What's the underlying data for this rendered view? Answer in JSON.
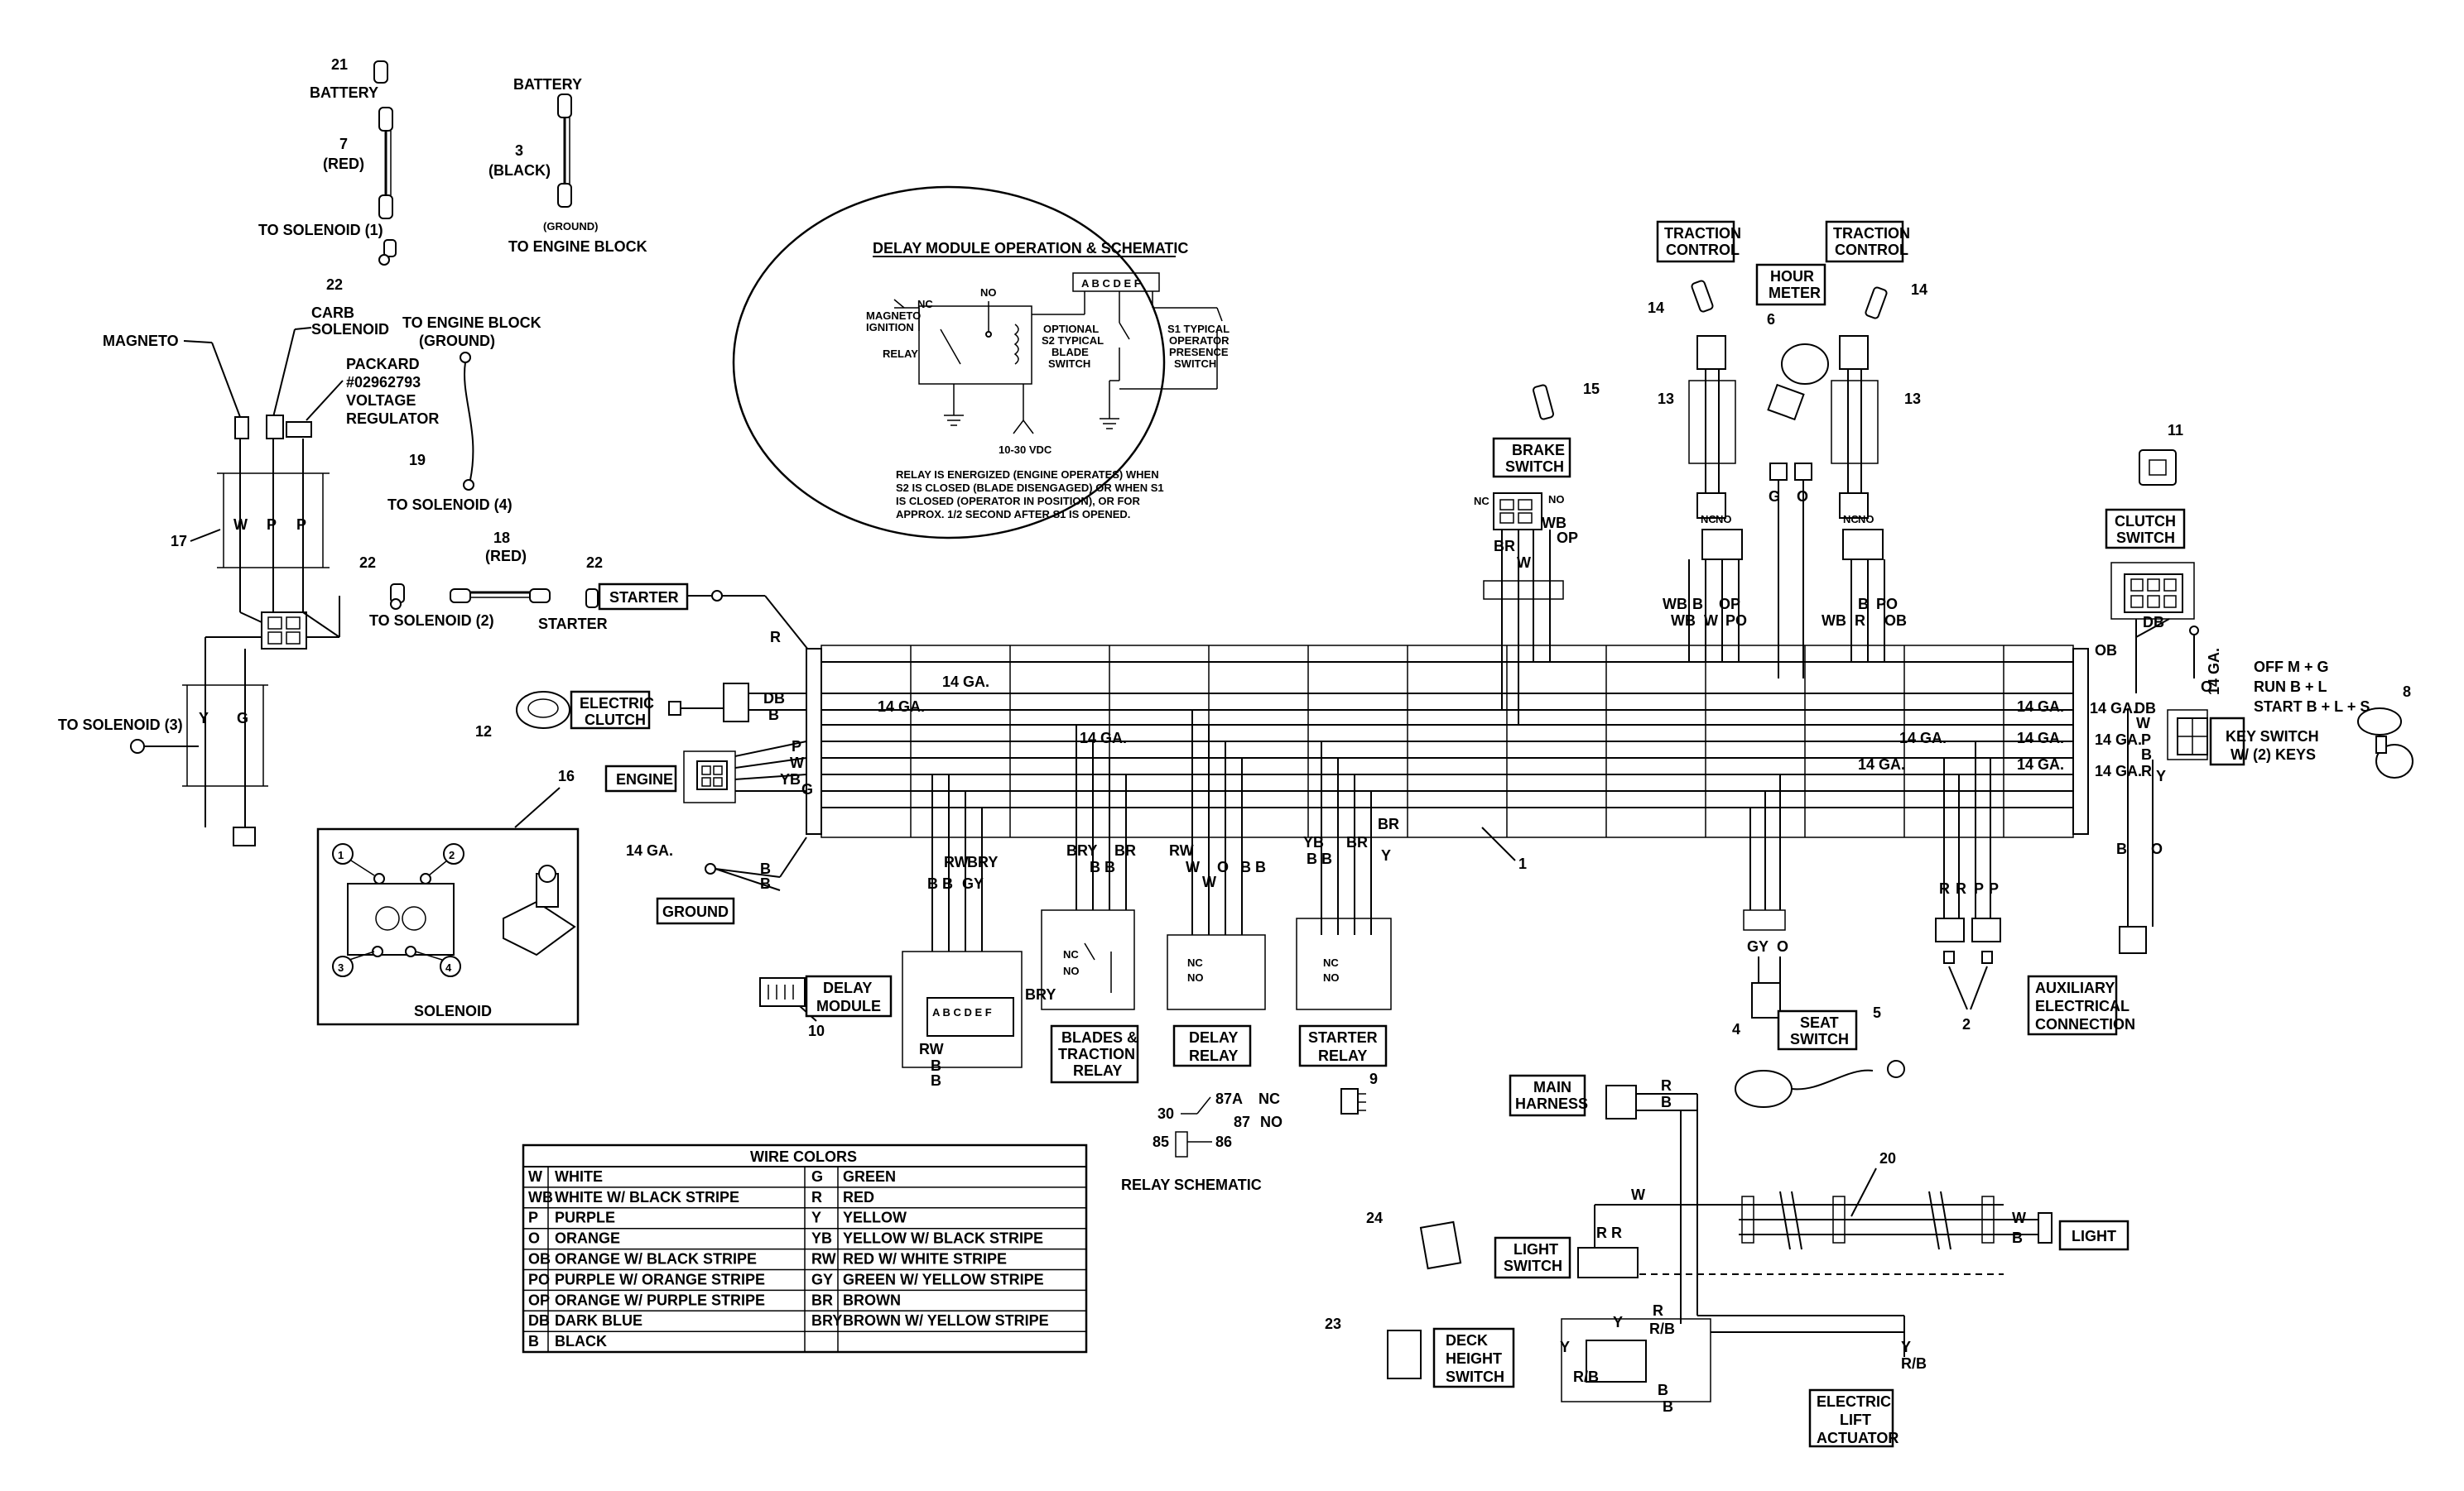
{
  "battery": {
    "item_21": "21",
    "label_21": "BATTERY",
    "item_7": "7",
    "color_7": "(RED)",
    "to_solenoid_1": "TO SOLENOID (1)",
    "item_22": "22",
    "label_b": "BATTERY",
    "item_3": "3",
    "color_3": "(BLACK)",
    "ground_note": "(GROUND)",
    "to_engine_block": "TO ENGINE BLOCK"
  },
  "top_left": {
    "magneto": "MAGNETO",
    "carb1": "CARB",
    "carb2": "SOLENOID",
    "packard1": "PACKARD",
    "packard2": "#02962793",
    "packard3": "VOLTAGE",
    "packard4": "REGULATOR",
    "engine_block1": "TO ENGINE BLOCK",
    "engine_block2": "(GROUND)",
    "item_19": "19",
    "to_solenoid_4": "TO SOLENOID (4)",
    "item_17": "17",
    "w": "W",
    "p1": "P",
    "p2": "P",
    "to_solenoid_3": "TO SOLENOID (3)",
    "y": "Y",
    "g": "G"
  },
  "starter_area": {
    "item_22a": "22",
    "to_solenoid_2": "TO SOLENOID (2)",
    "item_18": "18",
    "color_18": "(RED)",
    "item_22b": "22",
    "starter_label": "STARTER",
    "starter_box": "STARTER"
  },
  "delay_panel": {
    "title": "DELAY MODULE OPERATION & SCHEMATIC",
    "nc": "NC",
    "no": "NO",
    "magneto": "MAGNETO",
    "ignition": "IGNITION",
    "relay": "RELAY",
    "pins": "A B C D E F",
    "opt1": "OPTIONAL",
    "opt2": "S2 TYPICAL",
    "opt3": "BLADE",
    "opt4": "SWITCH",
    "s1a": "S1 TYPICAL",
    "s1b": "OPERATOR",
    "s1c": "PRESENCE",
    "s1d": "SWITCH",
    "vdc": "10-30 VDC",
    "note1": "RELAY IS ENERGIZED (ENGINE OPERATES) WHEN",
    "note2": "S2 IS CLOSED (BLADE DISENGAGED) OR WHEN S1",
    "note3": "IS CLOSED (OPERATOR IN POSITION), OR FOR",
    "note4": "APPROX. 1/2 SECOND AFTER S1 IS OPENED."
  },
  "harness": {
    "r": "R",
    "db": "DB",
    "b": "B",
    "p": "P",
    "w": "W",
    "yb": "YB",
    "g": "G",
    "ga1": "14 GA.",
    "ga2": "14 GA.",
    "ga3": "14 GA.",
    "ga4": "14 GA.",
    "ga5": "14 GA.",
    "ga6": "14 GA.",
    "ga7": "14 GA.",
    "ga8": "14 GA.",
    "ga9": "14 GA.",
    "ga10": "14 GA.",
    "item_1": "1"
  },
  "left_mid": {
    "item_12": "12",
    "electric1": "ELECTRIC",
    "electric2": "CLUTCH",
    "engine": "ENGINE",
    "ground_ga": "14 GA.",
    "ground": "GROUND",
    "gb1": "B",
    "gb2": "B"
  },
  "solenoid": {
    "item_16": "16",
    "title": "SOLENOID",
    "t1": "1",
    "t2": "2",
    "t3": "3",
    "t4": "4"
  },
  "relays": {
    "rw": "RW",
    "bry": "BRY",
    "bb": "B B",
    "gy": "GY",
    "delay1": "DELAY",
    "delay2": "MODULE",
    "item_10": "10",
    "pins": "A B C D E F",
    "bry2": "BRY",
    "rw2": "RW",
    "b1": "B",
    "b2": "B",
    "bry3": "BRY",
    "br1": "BR",
    "bb2": "B B",
    "rw3": "RW",
    "w1": "W",
    "o1": "O",
    "bb3": "B B",
    "w2": "W",
    "yb": "YB",
    "bb4": "B B",
    "br2": "BR",
    "y": "Y",
    "br3": "BR",
    "blades1": "BLADES &",
    "blades2": "TRACTION",
    "blades3": "RELAY",
    "delayr1": "DELAY",
    "delayr2": "RELAY",
    "starterr1": "STARTER",
    "starterr2": "RELAY",
    "nc": "NC",
    "no": "NO",
    "item_9": "9"
  },
  "relay_schematic": {
    "n30": "30",
    "n87a": "87A",
    "nc": "NC",
    "n87": "87",
    "no": "NO",
    "n85": "85",
    "n86": "86",
    "title": "RELAY SCHEMATIC"
  },
  "wire_colors": {
    "title": "WIRE COLORS",
    "rows": [
      {
        "c1": "W",
        "d1": "WHITE",
        "c2": "G",
        "d2": "GREEN"
      },
      {
        "c1": "WB",
        "d1": "WHITE W/ BLACK STRIPE",
        "c2": "R",
        "d2": "RED"
      },
      {
        "c1": "P",
        "d1": "PURPLE",
        "c2": "Y",
        "d2": "YELLOW"
      },
      {
        "c1": "O",
        "d1": "ORANGE",
        "c2": "YB",
        "d2": "YELLOW W/ BLACK STRIPE"
      },
      {
        "c1": "OB",
        "d1": "ORANGE W/ BLACK STRIPE",
        "c2": "RW",
        "d2": "RED W/ WHITE STRIPE"
      },
      {
        "c1": "PO",
        "d1": "PURPLE W/ ORANGE STRIPE",
        "c2": "GY",
        "d2": "GREEN W/ YELLOW STRIPE"
      },
      {
        "c1": "OP",
        "d1": "ORANGE W/ PURPLE STRIPE",
        "c2": "BR",
        "d2": "BROWN"
      },
      {
        "c1": "DB",
        "d1": "DARK BLUE",
        "c2": "BRY",
        "d2": "BROWN W/ YELLOW STRIPE"
      },
      {
        "c1": "B",
        "d1": "BLACK",
        "c2": "",
        "d2": ""
      }
    ]
  },
  "top_right": {
    "tc1a": "TRACTION",
    "tc1b": "CONTROL",
    "tc2a": "TRACTION",
    "tc2b": "CONTROL",
    "hour1": "HOUR",
    "hour2": "METER",
    "item_14a": "14",
    "item_14b": "14",
    "item_6": "6",
    "item_15": "15",
    "item_13a": "13",
    "item_13b": "13",
    "brake1": "BRAKE",
    "brake2": "SWITCH",
    "no": "NO",
    "nc": "NC",
    "br": "BR",
    "w": "W",
    "wb": "WB",
    "op": "OP",
    "nc2": "NC",
    "no2": "NO",
    "nc3": "NC",
    "no3": "NO",
    "wb2": "WB",
    "b": "B",
    "op2": "OP",
    "wb3": "WB",
    "w2": "W",
    "po": "PO",
    "g": "G",
    "o": "O",
    "b2": "B",
    "po2": "PO",
    "wb4": "WB",
    "r": "R",
    "ob": "OB"
  },
  "right_side": {
    "item_11": "11",
    "clutch1": "CLUTCH",
    "clutch2": "SWITCH",
    "ob": "OB",
    "db": "DB",
    "o": "O",
    "ga": "14 GA.",
    "off": "OFF   M + G",
    "run": "RUN   B + L",
    "start": "START B + L + S",
    "item_8": "8",
    "ga_db": "14 GA.",
    "db2": "DB",
    "w": "W",
    "ga_p": "14 GA.",
    "p": "P",
    "b": "B",
    "ga_r": "14 GA.",
    "r": "R",
    "y": "Y",
    "key1": "KEY SWITCH",
    "key2": "W/ (2) KEYS",
    "b2": "B",
    "o2": "O",
    "aux1": "AUXILIARY",
    "aux2": "ELECTRICAL",
    "aux3": "CONNECTION",
    "r1": "R",
    "r2": "R",
    "p1": "P",
    "p2": "P",
    "item_2": "2"
  },
  "seat": {
    "gy": "GY",
    "o": "O",
    "item_4": "4",
    "item_5": "5",
    "seat1": "SEAT",
    "seat2": "SWITCH"
  },
  "bottom": {
    "main1": "MAIN",
    "main2": "HARNESS",
    "r": "R",
    "b": "B",
    "w": "W",
    "item_20": "20",
    "item_24": "24",
    "item_23": "23",
    "light1": "LIGHT",
    "light2": "SWITCH",
    "rr": "R R",
    "light_box": "LIGHT",
    "lw": "W",
    "lb": "B",
    "deck1": "DECK",
    "deck2": "HEIGHT",
    "deck3": "SWITCH",
    "y": "Y",
    "r2": "R",
    "rb": "R/B",
    "y2": "Y",
    "rb2": "R/B",
    "b2": "B",
    "b3": "B",
    "y3": "Y",
    "rb3": "R/B",
    "act1": "ELECTRIC",
    "act2": "LIFT",
    "act3": "ACTUATOR"
  }
}
